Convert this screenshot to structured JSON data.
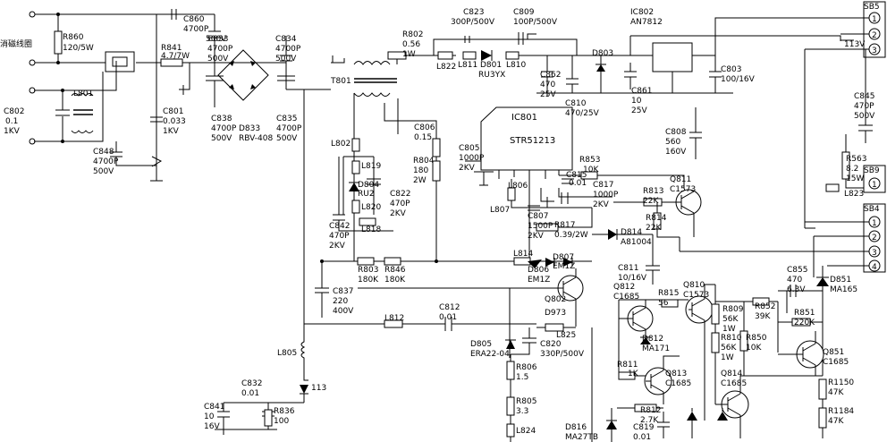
{
  "labels": [
    {
      "id": "xiaocixianquan",
      "text": "消磁线圈"
    },
    {
      "id": "R860",
      "text": "R860"
    },
    {
      "id": "R860v",
      "text": "120/5W"
    },
    {
      "id": "C860",
      "text": "C860"
    },
    {
      "id": "C860v",
      "text": "4700P"
    },
    {
      "id": "C860u",
      "text": "500V"
    },
    {
      "id": "R841",
      "text": "R841"
    },
    {
      "id": "R841v",
      "text": "4.7/7W"
    },
    {
      "id": "C833",
      "text": "C833"
    },
    {
      "id": "C833v",
      "text": "4700P"
    },
    {
      "id": "C833u",
      "text": "500V"
    },
    {
      "id": "C834",
      "text": "C834"
    },
    {
      "id": "C834v",
      "text": "4700P"
    },
    {
      "id": "C834u",
      "text": "500V"
    },
    {
      "id": "L801",
      "text": "L801"
    },
    {
      "id": "C802",
      "text": "C802"
    },
    {
      "id": "C802v",
      "text": "0.1"
    },
    {
      "id": "C802u",
      "text": "1KV"
    },
    {
      "id": "C801",
      "text": "C801"
    },
    {
      "id": "C801v",
      "text": "0.033"
    },
    {
      "id": "C801u",
      "text": "1KV"
    },
    {
      "id": "C838",
      "text": "C838"
    },
    {
      "id": "C838v",
      "text": "4700P"
    },
    {
      "id": "C838u",
      "text": "500V"
    },
    {
      "id": "D833",
      "text": "D833"
    },
    {
      "id": "D833v",
      "text": "RBV-408"
    },
    {
      "id": "C835",
      "text": "C835"
    },
    {
      "id": "C835v",
      "text": "4700P"
    },
    {
      "id": "C835u",
      "text": "500V"
    },
    {
      "id": "C848",
      "text": "C848"
    },
    {
      "id": "C848v",
      "text": "4700P"
    },
    {
      "id": "C848u",
      "text": "500V"
    },
    {
      "id": "T801",
      "text": "T801"
    },
    {
      "id": "R802",
      "text": "R802"
    },
    {
      "id": "R802v",
      "text": "0.56"
    },
    {
      "id": "R802u",
      "text": "1W"
    },
    {
      "id": "C823",
      "text": "C823"
    },
    {
      "id": "C823v",
      "text": "300P/500V"
    },
    {
      "id": "C809",
      "text": "C809"
    },
    {
      "id": "C809v",
      "text": "100P/500V"
    },
    {
      "id": "L822",
      "text": "L822"
    },
    {
      "id": "L811",
      "text": "L811"
    },
    {
      "id": "D801",
      "text": "D801"
    },
    {
      "id": "D801v",
      "text": "RU3YX"
    },
    {
      "id": "L810",
      "text": "L810"
    },
    {
      "id": "C862",
      "text": "C862"
    },
    {
      "id": "C862v",
      "text": "470"
    },
    {
      "id": "C862u",
      "text": "25V"
    },
    {
      "id": "D803",
      "text": "D803"
    },
    {
      "id": "C810",
      "text": "C810"
    },
    {
      "id": "C810v",
      "text": "470/25V"
    },
    {
      "id": "IC802",
      "text": "IC802"
    },
    {
      "id": "IC802v",
      "text": "AN7812"
    },
    {
      "id": "C861",
      "text": "C861"
    },
    {
      "id": "C861v",
      "text": "10"
    },
    {
      "id": "C861u",
      "text": "25V"
    },
    {
      "id": "C803",
      "text": "C803"
    },
    {
      "id": "C803v",
      "text": "100/16V"
    },
    {
      "id": "SB5",
      "text": "SB5"
    },
    {
      "id": "v113",
      "text": "113V"
    },
    {
      "id": "C845",
      "text": "C845"
    },
    {
      "id": "C845v",
      "text": "470P"
    },
    {
      "id": "C845u",
      "text": "500V"
    },
    {
      "id": "R563",
      "text": "R563"
    },
    {
      "id": "R563v",
      "text": "8.2"
    },
    {
      "id": "R563u",
      "text": "15W"
    },
    {
      "id": "SB9",
      "text": "SB9"
    },
    {
      "id": "L823",
      "text": "L823"
    },
    {
      "id": "SB4",
      "text": "SB4"
    },
    {
      "id": "C806",
      "text": "C806"
    },
    {
      "id": "C806v",
      "text": "0.15"
    },
    {
      "id": "IC801",
      "text": "IC801"
    },
    {
      "id": "IC801v",
      "text": "STR51213"
    },
    {
      "id": "C808",
      "text": "C808"
    },
    {
      "id": "C808v",
      "text": "560"
    },
    {
      "id": "C808u",
      "text": "160V"
    },
    {
      "id": "L802",
      "text": "L802"
    },
    {
      "id": "L819",
      "text": "L819"
    },
    {
      "id": "D804",
      "text": "D804"
    },
    {
      "id": "D804v",
      "text": "RU2"
    },
    {
      "id": "L820",
      "text": "L820"
    },
    {
      "id": "C805",
      "text": "C805"
    },
    {
      "id": "C805v",
      "text": "1000P"
    },
    {
      "id": "C805u",
      "text": "2KV"
    },
    {
      "id": "R804",
      "text": "R804"
    },
    {
      "id": "R804v",
      "text": "180"
    },
    {
      "id": "R804u",
      "text": "2W"
    },
    {
      "id": "C822",
      "text": "C822"
    },
    {
      "id": "C822v",
      "text": "470P"
    },
    {
      "id": "C822u",
      "text": "2KV"
    },
    {
      "id": "C842",
      "text": "C842"
    },
    {
      "id": "C842v",
      "text": "470P"
    },
    {
      "id": "C842u",
      "text": "2KV"
    },
    {
      "id": "L818",
      "text": "L818"
    },
    {
      "id": "R853",
      "text": "R853"
    },
    {
      "id": "R853v",
      "text": "10K"
    },
    {
      "id": "C815",
      "text": "C815"
    },
    {
      "id": "C815v",
      "text": "0.01"
    },
    {
      "id": "L806",
      "text": "L806"
    },
    {
      "id": "C817",
      "text": "C817"
    },
    {
      "id": "C817v",
      "text": "1000P"
    },
    {
      "id": "C817u",
      "text": "2KV"
    },
    {
      "id": "Q811",
      "text": "Q811"
    },
    {
      "id": "Q811v",
      "text": "C1573"
    },
    {
      "id": "R813",
      "text": "R813"
    },
    {
      "id": "R813v",
      "text": "22K"
    },
    {
      "id": "R814",
      "text": "R814"
    },
    {
      "id": "R814v",
      "text": "22K"
    },
    {
      "id": "L807",
      "text": "L807"
    },
    {
      "id": "C807",
      "text": "C807"
    },
    {
      "id": "C807v",
      "text": "1500P"
    },
    {
      "id": "C807u",
      "text": "2KV"
    },
    {
      "id": "R817",
      "text": "R817"
    },
    {
      "id": "R817v",
      "text": "0.39/2W"
    },
    {
      "id": "D814",
      "text": "D814"
    },
    {
      "id": "D814v",
      "text": "A81004"
    },
    {
      "id": "L814",
      "text": "L814"
    },
    {
      "id": "D807",
      "text": "D807"
    },
    {
      "id": "D807v",
      "text": "EM1Z"
    },
    {
      "id": "D806",
      "text": "D806"
    },
    {
      "id": "D806v",
      "text": "EM1Z"
    },
    {
      "id": "R803",
      "text": "R803"
    },
    {
      "id": "R803v",
      "text": "180K"
    },
    {
      "id": "R846",
      "text": "R846"
    },
    {
      "id": "R846v",
      "text": "180K"
    },
    {
      "id": "C811",
      "text": "C811"
    },
    {
      "id": "C811v",
      "text": "10/16V"
    },
    {
      "id": "C855",
      "text": "C855"
    },
    {
      "id": "C855v",
      "text": "470"
    },
    {
      "id": "C855u",
      "text": "6.3V"
    },
    {
      "id": "D851",
      "text": "D851"
    },
    {
      "id": "D851v",
      "text": "MA165"
    },
    {
      "id": "C837",
      "text": "C837"
    },
    {
      "id": "C837v",
      "text": "220"
    },
    {
      "id": "C837u",
      "text": "400V"
    },
    {
      "id": "Q802",
      "text": "Q802"
    },
    {
      "id": "Q802v",
      "text": "D973"
    },
    {
      "id": "Q812",
      "text": "Q812"
    },
    {
      "id": "Q812v",
      "text": "C1685"
    },
    {
      "id": "R815",
      "text": "R815"
    },
    {
      "id": "R815v",
      "text": "56"
    },
    {
      "id": "Q810",
      "text": "Q810"
    },
    {
      "id": "Q810v",
      "text": "C1573"
    },
    {
      "id": "R809",
      "text": "R809"
    },
    {
      "id": "R809v",
      "text": "56K"
    },
    {
      "id": "R809u",
      "text": "1W"
    },
    {
      "id": "R852",
      "text": "R852"
    },
    {
      "id": "R852v",
      "text": "39K"
    },
    {
      "id": "R851",
      "text": "R851"
    },
    {
      "id": "R851v",
      "text": "220K"
    },
    {
      "id": "L812",
      "text": "L812"
    },
    {
      "id": "C812",
      "text": "C812"
    },
    {
      "id": "C812v",
      "text": "0.01"
    },
    {
      "id": "L825",
      "text": "L825"
    },
    {
      "id": "D812",
      "text": "D812"
    },
    {
      "id": "D812v",
      "text": "MA171"
    },
    {
      "id": "R810",
      "text": "R810"
    },
    {
      "id": "R810v",
      "text": "56K"
    },
    {
      "id": "R810u",
      "text": "1W"
    },
    {
      "id": "R850",
      "text": "R850"
    },
    {
      "id": "R850v",
      "text": "10K"
    },
    {
      "id": "D805",
      "text": "D805"
    },
    {
      "id": "D805v",
      "text": "ERA22-04"
    },
    {
      "id": "C820",
      "text": "C820"
    },
    {
      "id": "C820v",
      "text": "330P/500V"
    },
    {
      "id": "Q851",
      "text": "Q851"
    },
    {
      "id": "Q851v",
      "text": "C1685"
    },
    {
      "id": "L805",
      "text": "L805"
    },
    {
      "id": "R806",
      "text": "R806"
    },
    {
      "id": "R806v",
      "text": "1.5"
    },
    {
      "id": "R811",
      "text": "R811"
    },
    {
      "id": "R811v",
      "text": "1K"
    },
    {
      "id": "Q813",
      "text": "Q813"
    },
    {
      "id": "Q813v",
      "text": "C1685"
    },
    {
      "id": "Q814",
      "text": "Q814"
    },
    {
      "id": "Q814v",
      "text": "C1685"
    },
    {
      "id": "R1150",
      "text": "R1150"
    },
    {
      "id": "R1150v",
      "text": "47K"
    },
    {
      "id": "v113b",
      "text": "113"
    },
    {
      "id": "C832",
      "text": "C832"
    },
    {
      "id": "C832v",
      "text": "0.01"
    },
    {
      "id": "R805",
      "text": "R805"
    },
    {
      "id": "R805v",
      "text": "3.3"
    },
    {
      "id": "R812",
      "text": "R812"
    },
    {
      "id": "R812v",
      "text": "2.7K"
    },
    {
      "id": "R1184",
      "text": "R1184"
    },
    {
      "id": "R1184v",
      "text": "47K"
    },
    {
      "id": "C841",
      "text": "C841"
    },
    {
      "id": "C841v",
      "text": "10"
    },
    {
      "id": "C841u",
      "text": "16V"
    },
    {
      "id": "R836",
      "text": "R836"
    },
    {
      "id": "R836v",
      "text": "100"
    },
    {
      "id": "L824",
      "text": "L824"
    },
    {
      "id": "D816",
      "text": "D816"
    },
    {
      "id": "D816v",
      "text": "MA27TB"
    },
    {
      "id": "C819",
      "text": "C819"
    },
    {
      "id": "C819v",
      "text": "0.01"
    }
  ],
  "pins": {
    "sb5": [
      "1",
      "2",
      "3"
    ],
    "sb9": [
      "1"
    ],
    "sb4": [
      "1",
      "2",
      "3",
      "4"
    ]
  }
}
